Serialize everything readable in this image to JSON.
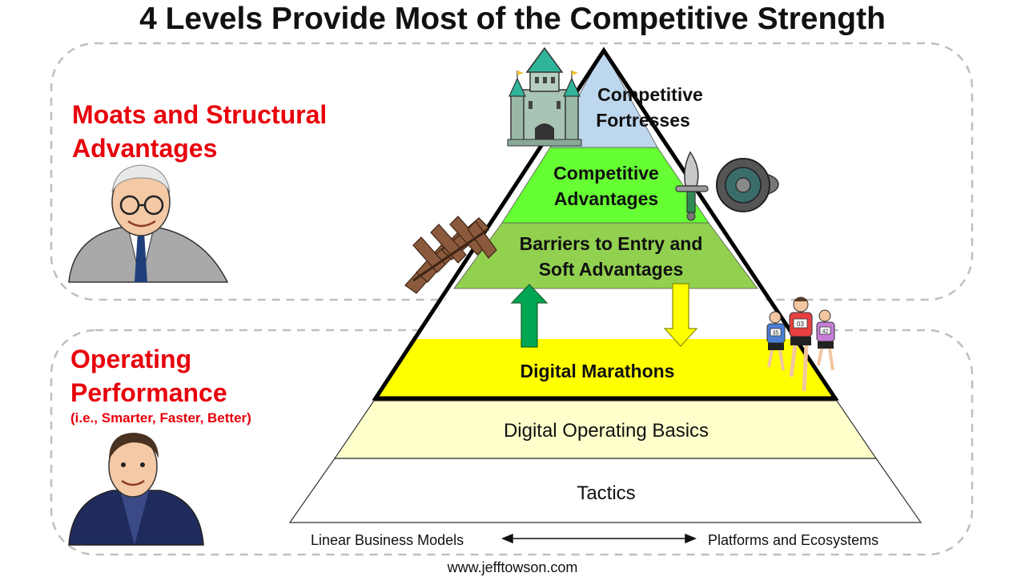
{
  "title": "4 Levels Provide Most of the Competitive Strength",
  "sections": {
    "moats": {
      "heading_line1": "Moats and Structural",
      "heading_line2": "Advantages"
    },
    "operating": {
      "heading_line1": "Operating",
      "heading_line2": "Performance",
      "subheading": "(i.e., Smarter, Faster, Better)"
    }
  },
  "pyramid": {
    "levels": [
      {
        "line1": "Competitive",
        "line2": "Fortresses",
        "color": "#bdd7ee"
      },
      {
        "line1": "Competitive",
        "line2": "Advantages",
        "color": "#66ff33"
      },
      {
        "line1": "Barriers to Entry and",
        "line2": "Soft Advantages",
        "color": "#92d050"
      },
      {
        "line1": "Digital Marathons",
        "color": "#ffff00"
      },
      {
        "line1": "Digital Operating Basics",
        "color": "#ffffcc"
      },
      {
        "line1": "Tactics",
        "color": "#ffffff"
      }
    ]
  },
  "axis": {
    "left_label": "Linear Business Models",
    "right_label": "Platforms and Ecosystems"
  },
  "runners": {
    "numbers": [
      "35",
      "03",
      "42"
    ]
  },
  "footer": {
    "website": "www.jefftowson.com"
  },
  "colors": {
    "accent_red": "#e8000b",
    "up_arrow": "#00a651",
    "down_arrow": "#ffff00"
  }
}
